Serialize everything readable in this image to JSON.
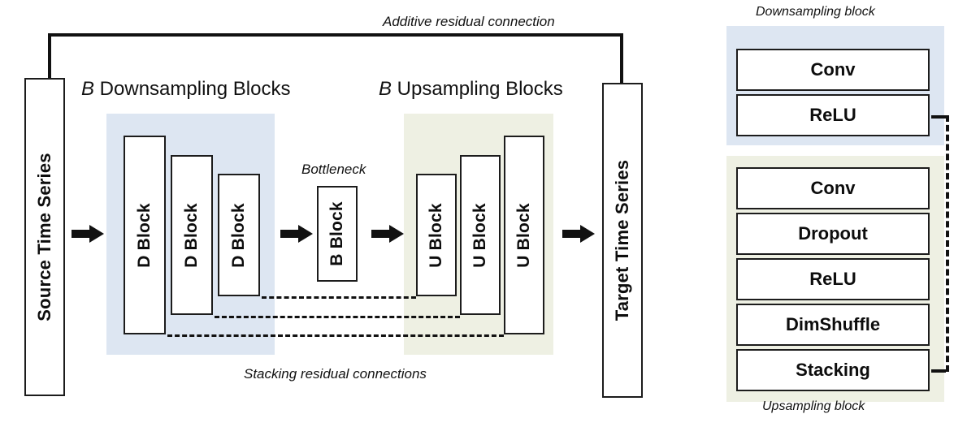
{
  "diagram": {
    "title_left": "B Downsampling Blocks",
    "title_right": "B Upsampling Blocks",
    "title_left_emph": "B",
    "title_left_rest": " Downsampling Blocks",
    "title_right_emph": "B",
    "title_right_rest": " Upsampling Blocks",
    "additive_residual_label": "Additive residual connection",
    "stacking_residual_label": "Stacking residual connections",
    "bottleneck_label": "Bottleneck",
    "source_label": "Source Time Series",
    "target_label": "Target Time Series",
    "down_blocks": [
      {
        "label": "D Block"
      },
      {
        "label": "D Block"
      },
      {
        "label": "D Block"
      }
    ],
    "bottleneck_block": {
      "label": "B Block"
    },
    "up_blocks": [
      {
        "label": "U Block"
      },
      {
        "label": "U Block"
      },
      {
        "label": "U Block"
      }
    ],
    "arrows": [
      {
        "name": "arrow-source-to-down"
      },
      {
        "name": "arrow-down-to-bottleneck"
      },
      {
        "name": "arrow-bottleneck-to-up"
      },
      {
        "name": "arrow-up-to-target"
      }
    ]
  },
  "legend": {
    "downsampling": {
      "caption": "Downsampling block",
      "rows": [
        "Conv",
        "ReLU"
      ]
    },
    "upsampling": {
      "caption": "Upsampling block",
      "rows": [
        "Conv",
        "Dropout",
        "ReLU",
        "DimShuffle",
        "Stacking"
      ]
    }
  },
  "colors": {
    "downsampling_panel": "#dde6f2",
    "upsampling_panel": "#eef0e3",
    "stroke": "#1c1c1c",
    "background": "#ffffff"
  }
}
